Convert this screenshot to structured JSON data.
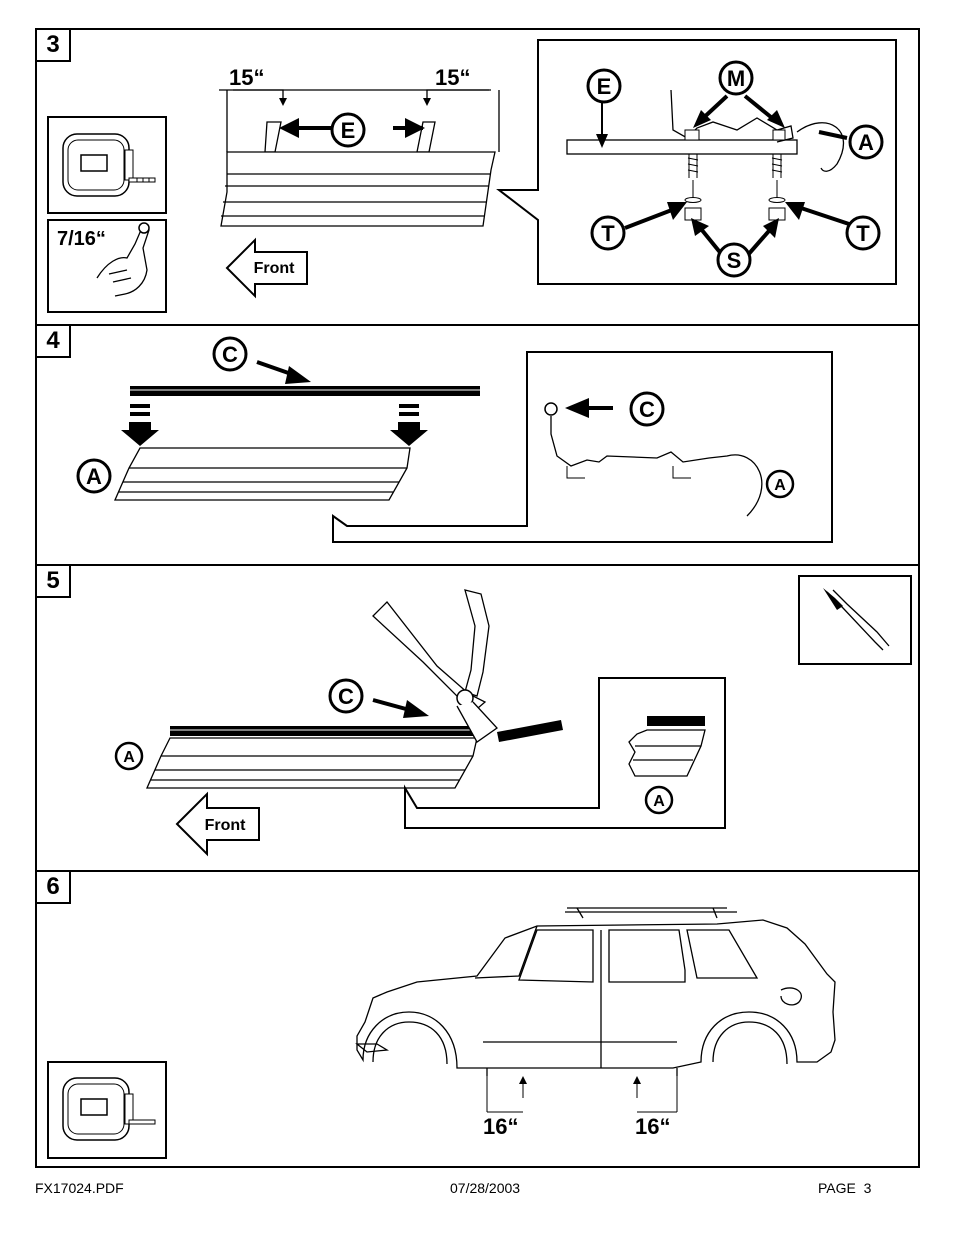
{
  "step3": {
    "number": "3",
    "left_measure": "15“",
    "right_measure": "15“",
    "wrench_size": "7/16“",
    "front_label": "Front",
    "labels": {
      "E": "E",
      "M": "M",
      "A": "A",
      "T": "T",
      "S": "S"
    }
  },
  "step4": {
    "number": "4",
    "labels": {
      "C": "C",
      "A": "A"
    }
  },
  "step5": {
    "number": "5",
    "front_label": "Front",
    "labels": {
      "C": "C",
      "A": "A"
    }
  },
  "step6": {
    "number": "6",
    "front_measure": "16“",
    "rear_measure": "16“"
  },
  "footer": {
    "filename": "FX17024.PDF",
    "date": "07/28/2003",
    "page": "PAGE  3"
  },
  "icons": [
    "tape-measure-icon",
    "wrench-hand-icon",
    "pliers-icon",
    "arrow-left-icon"
  ]
}
